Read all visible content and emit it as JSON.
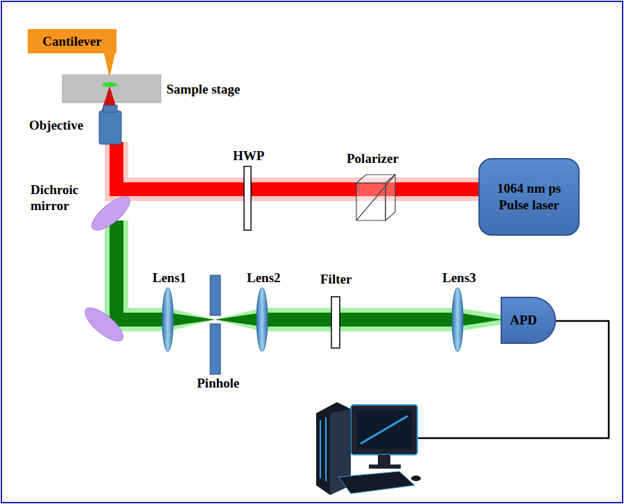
{
  "diagram": {
    "nodes": [
      {
        "text": [
          "Cantilever"
        ]
      },
      {
        "text": [
          "1064 nm ps Pulse laser"
        ]
      },
      {
        "text": [
          "APD"
        ]
      }
    ],
    "labels": [
      "Sample stage",
      "Objective",
      "HWP",
      "Polarizer",
      "Dichroic mirror",
      "Lens1",
      "Lens2",
      "Filter",
      "Lens3",
      "Pinhole"
    ]
  }
}
